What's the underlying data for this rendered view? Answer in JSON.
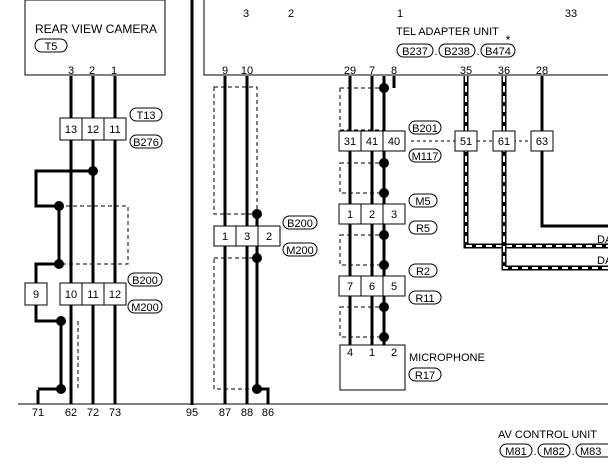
{
  "rear_camera": {
    "title": "REAR VIEW CAMERA",
    "connector": "T5",
    "pins": [
      "3",
      "2",
      "1"
    ]
  },
  "tel_adapter": {
    "title": "TEL ADAPTER UNIT",
    "connectors": [
      "B237",
      "B238",
      "B474"
    ],
    "separator": ".",
    "star": "*",
    "top_pins": [
      "3",
      "2",
      "1",
      "33"
    ],
    "pins": [
      "29",
      "7",
      "8",
      "35",
      "36",
      "28"
    ]
  },
  "pins_9_10": [
    "9",
    "10"
  ],
  "t13_joint": {
    "labels": [
      "T13",
      "B276"
    ],
    "pins": [
      "13",
      "12",
      "11"
    ]
  },
  "b200_joint_left": {
    "labels": [
      "B200",
      "M200"
    ],
    "pins": [
      "9",
      "10",
      "11",
      "12"
    ]
  },
  "b200_joint_mid": {
    "labels": [
      "B200",
      "M200"
    ],
    "pins": [
      "1",
      "3",
      "2"
    ]
  },
  "b201_joint": {
    "labels": [
      "B201",
      "M117"
    ],
    "pins": [
      "31",
      "41",
      "40",
      "51",
      "61",
      "63"
    ]
  },
  "m5_joint": {
    "labels": [
      "M5",
      "R5"
    ],
    "pins": [
      "1",
      "2",
      "3"
    ]
  },
  "r2_joint": {
    "labels": [
      "R2",
      "R11"
    ],
    "pins": [
      "7",
      "6",
      "5"
    ]
  },
  "microphone": {
    "title": "MICROPHONE",
    "connector": "R17",
    "pins": [
      "4",
      "1",
      "2"
    ]
  },
  "bottom_pins": [
    "71",
    "62",
    "72",
    "73",
    "95",
    "87",
    "88",
    "86"
  ],
  "right_edge_labels": [
    "DA",
    "DA"
  ],
  "av_control": {
    "title": "AV CONTROL UNIT",
    "connectors": [
      "M81",
      "M82",
      "M83"
    ]
  }
}
